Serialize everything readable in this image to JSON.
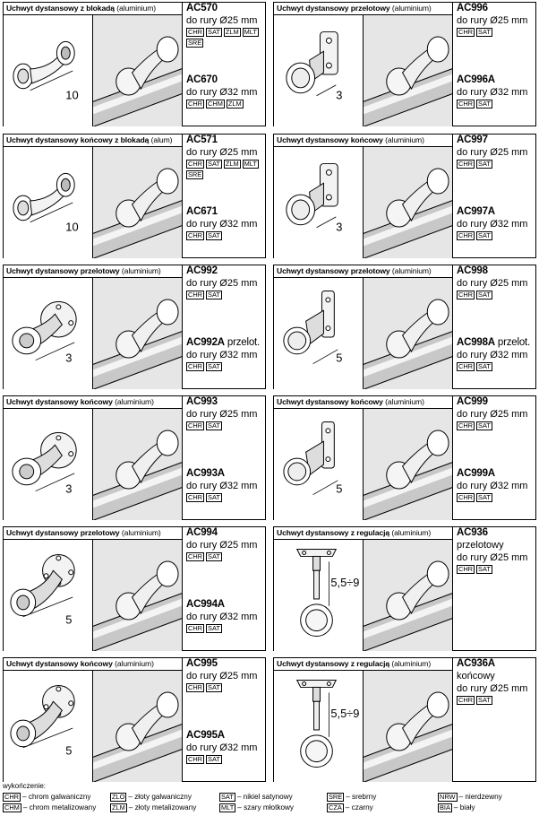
{
  "cards": [
    {
      "title": "Uchwyt dystansowy z blokadą",
      "material": "(aluminium)",
      "dim": "10",
      "code1": "AC570",
      "desc1": "do rury Ø25 mm",
      "badges1": [
        "CHR",
        "SAT",
        "ZLM",
        "MLT",
        "SRE"
      ],
      "code2": "AC670",
      "code2_suffix": "",
      "desc2": "do rury Ø32 mm",
      "badges2": [
        "CHR",
        "CHM",
        "ZLM"
      ]
    },
    {
      "title": "Uchwyt dystansowy przelotowy",
      "material": "(aluminium)",
      "dim": "3",
      "code1": "AC996",
      "desc1": "do rury Ø25 mm",
      "badges1": [
        "CHR",
        "SAT"
      ],
      "code2": "AC996A",
      "code2_suffix": "",
      "desc2": "do rury Ø32 mm",
      "badges2": [
        "CHR",
        "SAT"
      ]
    },
    {
      "title": "Uchwyt dystansowy końcowy z blokadą",
      "material": "(alum)",
      "dim": "10",
      "code1": "AC571",
      "desc1": "do rury Ø25 mm",
      "badges1": [
        "CHR",
        "SAT",
        "ZLM",
        "MLT",
        "SRE"
      ],
      "code2": "AC671",
      "code2_suffix": "",
      "desc2": "do rury Ø32 mm",
      "badges2": [
        "CHR",
        "SAT"
      ]
    },
    {
      "title": "Uchwyt dystansowy końcowy",
      "material": "(aluminium)",
      "dim": "3",
      "code1": "AC997",
      "desc1": "do rury Ø25 mm",
      "badges1": [
        "CHR",
        "SAT"
      ],
      "code2": "AC997A",
      "code2_suffix": "",
      "desc2": "do rury Ø32 mm",
      "badges2": [
        "CHR",
        "SAT"
      ]
    },
    {
      "title": "Uchwyt dystansowy przelotowy",
      "material": "(aluminium)",
      "dim": "3",
      "code1": "AC992",
      "desc1": "do rury Ø25 mm",
      "badges1": [
        "CHR",
        "SAT"
      ],
      "code2": "AC992A",
      "code2_suffix": " przelot.",
      "desc2": "do rury Ø32 mm",
      "badges2": [
        "CHR",
        "SAT"
      ]
    },
    {
      "title": "Uchwyt dystansowy przelotowy",
      "material": "(aluminium)",
      "dim": "5",
      "code1": "AC998",
      "desc1": "do rury Ø25 mm",
      "badges1": [
        "CHR",
        "SAT"
      ],
      "code2": "AC998A",
      "code2_suffix": " przelot.",
      "desc2": "do rury Ø32 mm",
      "badges2": [
        "CHR",
        "SAT"
      ]
    },
    {
      "title": "Uchwyt dystansowy końcowy",
      "material": "(aluminium)",
      "dim": "3",
      "code1": "AC993",
      "desc1": "do rury Ø25 mm",
      "badges1": [
        "CHR",
        "SAT"
      ],
      "code2": "AC993A",
      "code2_suffix": "",
      "desc2": "do rury Ø32 mm",
      "badges2": [
        "CHR",
        "SAT"
      ]
    },
    {
      "title": "Uchwyt dystansowy końcowy",
      "material": "(aluminium)",
      "dim": "5",
      "code1": "AC999",
      "desc1": "do rury Ø25 mm",
      "badges1": [
        "CHR",
        "SAT"
      ],
      "code2": "AC999A",
      "code2_suffix": "",
      "desc2": "do rury Ø32 mm",
      "badges2": [
        "CHR",
        "SAT"
      ]
    },
    {
      "title": "Uchwyt dystansowy przelotowy",
      "material": "(aluminium)",
      "dim": "5",
      "code1": "AC994",
      "desc1": "do rury Ø25 mm",
      "badges1": [
        "CHR",
        "SAT"
      ],
      "code2": "AC994A",
      "code2_suffix": "",
      "desc2": "do rury Ø32 mm",
      "badges2": [
        "CHR",
        "SAT"
      ]
    },
    {
      "title": "Uchwyt dystansowy z regulacją",
      "material": "(aluminium)",
      "dim": "5,5÷9",
      "code1": "AC936",
      "desc1": "przelotowy",
      "desc1b": "do rury Ø25 mm",
      "badges1": [
        "CHR",
        "SAT"
      ],
      "code2": "",
      "code2_suffix": "",
      "desc2": "",
      "badges2": []
    },
    {
      "title": "Uchwyt dystansowy końcowy",
      "material": "(aluminium)",
      "dim": "5",
      "code1": "AC995",
      "desc1": "do rury Ø25 mm",
      "badges1": [
        "CHR",
        "SAT"
      ],
      "code2": "AC995A",
      "code2_suffix": "",
      "desc2": "do rury Ø32 mm",
      "badges2": [
        "CHR",
        "SAT"
      ]
    },
    {
      "title": "Uchwyt dystansowy z regulacją",
      "material": "(aluminium)",
      "dim": "5,5÷9",
      "code1": "AC936A",
      "desc1": "końcowy",
      "desc1b": "do rury Ø25 mm",
      "badges1": [
        "CHR",
        "SAT"
      ],
      "code2": "",
      "code2_suffix": "",
      "desc2": "",
      "badges2": []
    }
  ],
  "legend": {
    "title": "wykończenie:",
    "items": [
      {
        "code": "CHR",
        "label": "– chrom galwaniczny"
      },
      {
        "code": "CHM",
        "label": "– chrom metalizowany"
      },
      {
        "code": "ZLO",
        "label": "– złoty galwaniczny"
      },
      {
        "code": "ZLM",
        "label": "– złoty metalizowany"
      },
      {
        "code": "SAT",
        "label": "– nikiel satynowy"
      },
      {
        "code": "MLT",
        "label": "– szary młotkowy"
      },
      {
        "code": "SRE",
        "label": "– srebrny"
      },
      {
        "code": "CZA",
        "label": "– czarny"
      },
      {
        "code": "NRW",
        "label": "– nierdzewny"
      },
      {
        "code": "BIA",
        "label": "– biały"
      }
    ]
  }
}
